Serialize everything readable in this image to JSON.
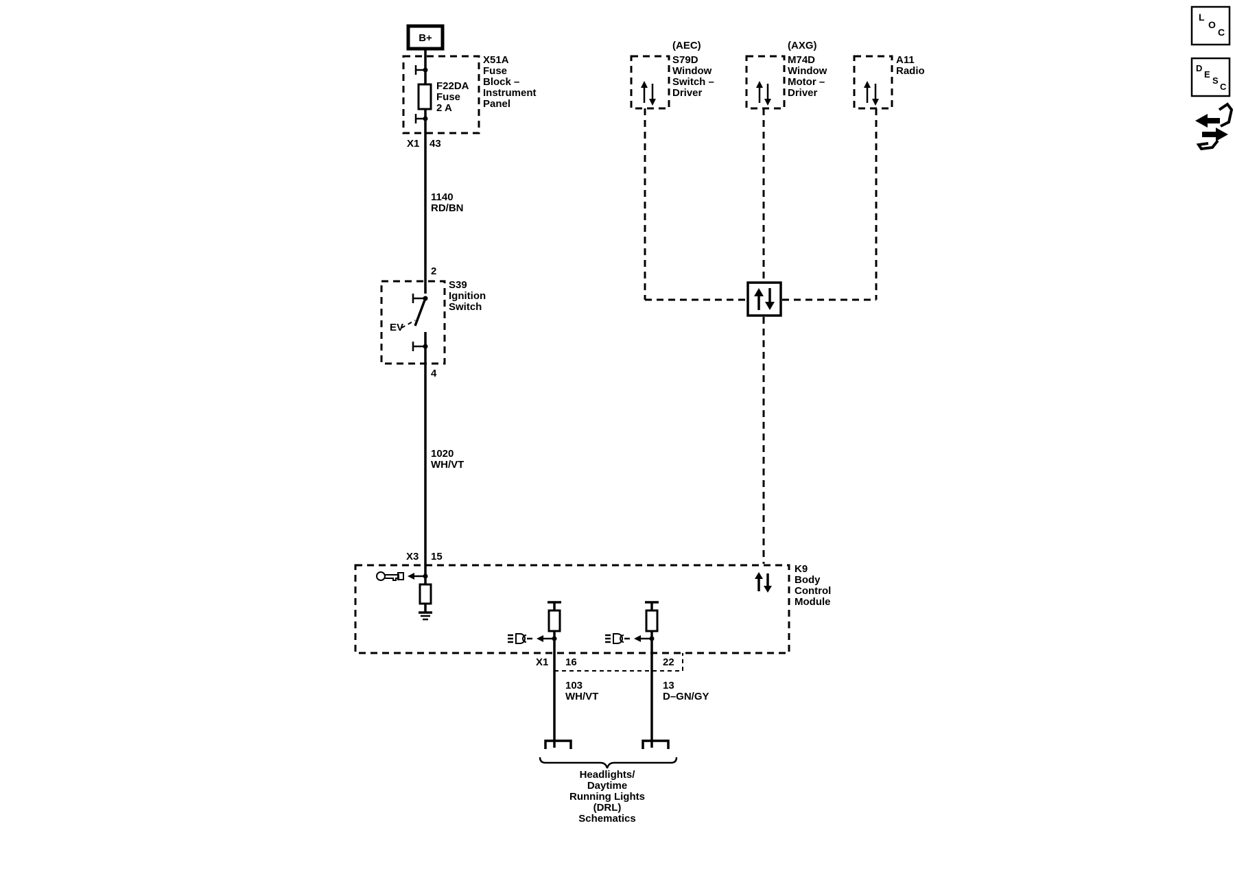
{
  "power": {
    "label": "B+"
  },
  "fuse_block": {
    "title_lines": [
      "X51A",
      "Fuse",
      "Block –",
      "Instrument",
      "Panel"
    ],
    "fuse_lines": [
      "F22DA",
      "Fuse",
      "2 A"
    ],
    "connector": "X1",
    "pin": "43"
  },
  "wire_1140": {
    "circuit": "1140",
    "color": "RD/BN"
  },
  "ignition_switch": {
    "pin_in": "2",
    "pin_out": "4",
    "title_lines": [
      "S39",
      "Ignition",
      "Switch"
    ],
    "symbol": "EV"
  },
  "wire_1020": {
    "circuit": "1020",
    "color": "WH/VT"
  },
  "network_modules": [
    {
      "option": "(AEC)",
      "lines": [
        "S79D",
        "Window",
        "Switch –",
        "Driver"
      ]
    },
    {
      "option": "(AXG)",
      "lines": [
        "M74D",
        "Window",
        "Motor –",
        "Driver"
      ]
    },
    {
      "option": "",
      "lines": [
        "A11",
        "Radio"
      ]
    }
  ],
  "bcm": {
    "connector_top": "X3",
    "pin_top": "15",
    "title_lines": [
      "K9",
      "Body",
      "Control",
      "Module"
    ],
    "connector_bottom": "X1",
    "pin_a": "16",
    "pin_b": "22"
  },
  "wire_103": {
    "circuit": "103",
    "color": "WH/VT"
  },
  "wire_13": {
    "circuit": "13",
    "color": "D–GN/GY"
  },
  "reference": {
    "lines": [
      "Headlights/",
      "Daytime",
      "Running Lights",
      "(DRL)",
      "Schematics"
    ]
  },
  "side_icons": [
    {
      "name": "location-icon",
      "letters": [
        "L",
        "O",
        "C"
      ]
    },
    {
      "name": "description-icon",
      "letters": [
        "D",
        "E",
        "S",
        "C"
      ]
    },
    {
      "name": "repair-icon"
    }
  ]
}
